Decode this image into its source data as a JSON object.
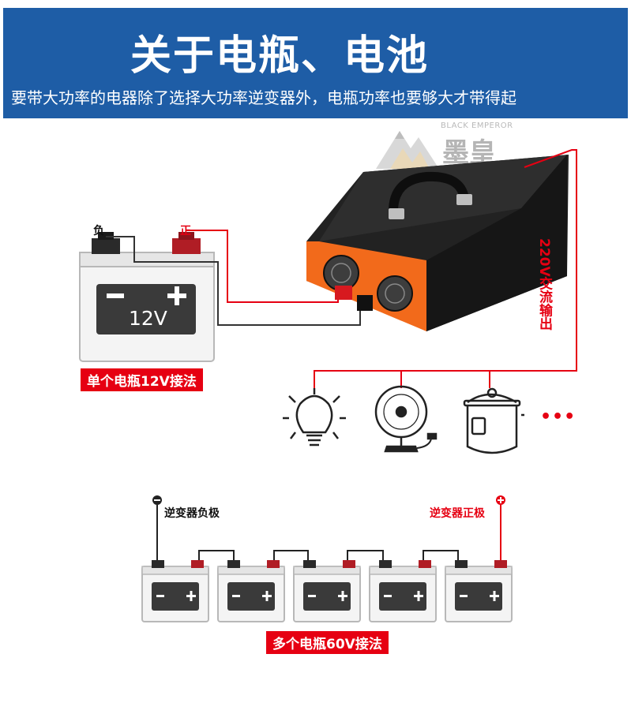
{
  "header": {
    "title": "关于电瓶、电池",
    "subtitle": "要带大功率的电器除了选择大功率逆变器外，电瓶功率也要够大才带得起"
  },
  "logo": {
    "brand_en": "BLACK EMPEROR",
    "brand_cn": "墨皇"
  },
  "single_battery": {
    "negative_label": "负",
    "positive_label": "正",
    "voltage": "12V",
    "caption": "单个电瓶12V接法"
  },
  "inverter": {
    "output_label": "220V交流输出"
  },
  "appliances": {
    "items": [
      "light-bulb-icon",
      "fan-icon",
      "rice-cooker-icon"
    ],
    "more": "•••"
  },
  "multi_battery": {
    "negative_label": "逆变器负极",
    "positive_label": "逆变器正极",
    "caption": "多个电瓶60V接法",
    "count": 5
  },
  "colors": {
    "header_bg": "#1e5da6",
    "accent_red": "#e60012",
    "inverter_orange": "#f26a1b",
    "inverter_body": "#1b1b1b"
  }
}
